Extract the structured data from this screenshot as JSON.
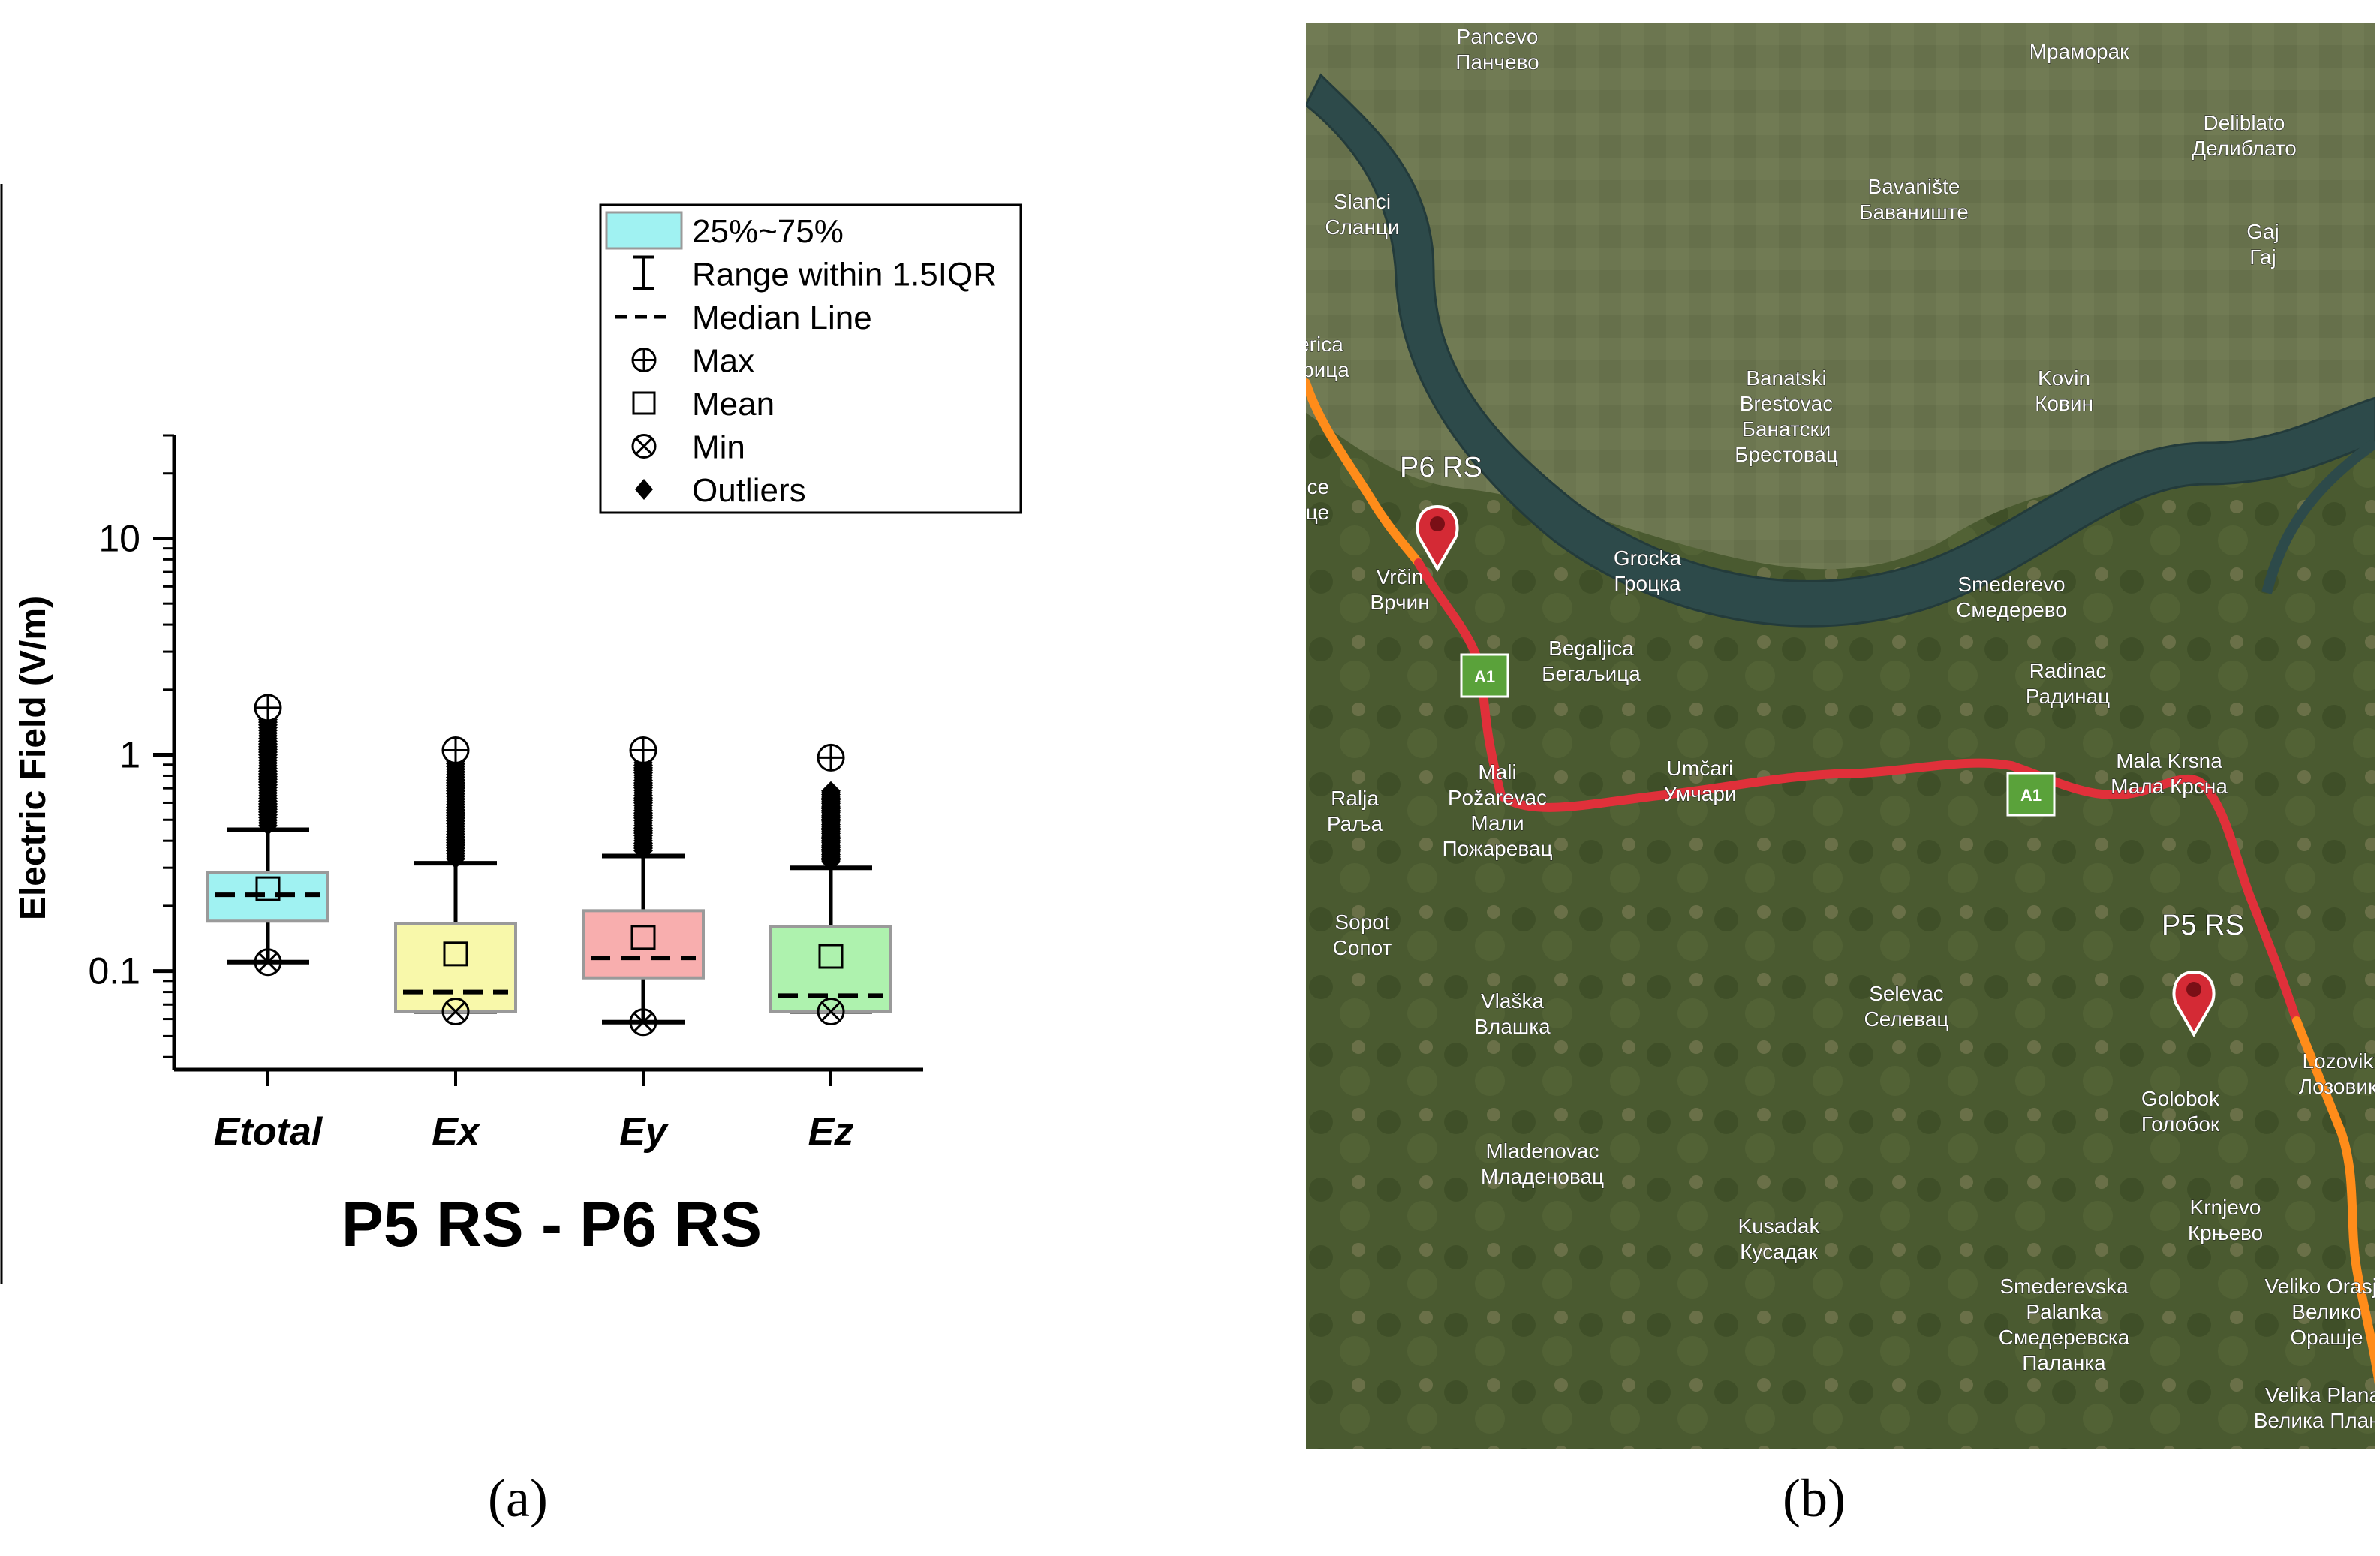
{
  "panel_labels": {
    "a": "(a)",
    "b": "(b)"
  },
  "chart_data": {
    "type": "box",
    "title": "P5 RS - P6 RS",
    "xlabel": "",
    "ylabel": "Electric Field (V/m)",
    "yscale": "log",
    "ylim": [
      0.035,
      30
    ],
    "yticks": [
      {
        "value": 0.1,
        "label": "0.1"
      },
      {
        "value": 1,
        "label": "1"
      },
      {
        "value": 10,
        "label": "10"
      }
    ],
    "categories": [
      "Etotal",
      "Ex",
      "Ey",
      "Ez"
    ],
    "series": [
      {
        "category": "Etotal",
        "q1": 0.17,
        "median": 0.225,
        "q3": 0.285,
        "mean": 0.24,
        "whisker_low": 0.11,
        "whisker_high": 0.45,
        "min": 0.11,
        "max": 1.65,
        "outliers_from": 0.47,
        "outliers_to": 1.5,
        "color": "#A0F2F2"
      },
      {
        "category": "Ex",
        "q1": 0.065,
        "median": 0.08,
        "q3": 0.165,
        "mean": 0.12,
        "whisker_low": 0.065,
        "whisker_high": 0.315,
        "min": 0.065,
        "max": 1.05,
        "outliers_from": 0.33,
        "outliers_to": 1.05,
        "color": "#F8F8AA"
      },
      {
        "category": "Ey",
        "q1": 0.093,
        "median": 0.115,
        "q3": 0.19,
        "mean": 0.143,
        "whisker_low": 0.058,
        "whisker_high": 0.34,
        "min": 0.058,
        "max": 1.05,
        "outliers_from": 0.36,
        "outliers_to": 1.05,
        "color": "#F8AEAE"
      },
      {
        "category": "Ez",
        "q1": 0.065,
        "median": 0.077,
        "q3": 0.16,
        "mean": 0.117,
        "whisker_low": 0.065,
        "whisker_high": 0.3,
        "min": 0.065,
        "max": 0.97,
        "outliers_from": 0.32,
        "outliers_to": 0.68,
        "color": "#AEF2AE"
      }
    ],
    "legend": {
      "placement": "top-right",
      "items": [
        {
          "symbol": "box",
          "label": "25%~75%"
        },
        {
          "symbol": "range",
          "label": "Range within 1.5IQR"
        },
        {
          "symbol": "median",
          "label": "Median Line"
        },
        {
          "symbol": "max",
          "label": "Max"
        },
        {
          "symbol": "mean",
          "label": "Mean"
        },
        {
          "symbol": "min",
          "label": "Min"
        },
        {
          "symbol": "outlier",
          "label": "Outliers"
        }
      ]
    }
  },
  "map": {
    "route_labels": {
      "p6": "P6 RS",
      "p5": "P5 RS"
    },
    "shield": "A1",
    "places": [
      {
        "id": "pancevo",
        "name": "Pancevo",
        "cyr": "Панчево"
      },
      {
        "id": "mramorak",
        "name": "",
        "cyr": "Мраморак"
      },
      {
        "id": "deliblato",
        "name": "Deliblato",
        "cyr": "Делиблато"
      },
      {
        "id": "slanci",
        "name": "Slanci",
        "cyr": "Сланци"
      },
      {
        "id": "bavaniste",
        "name": "Bavanište",
        "cyr": "Баваниште"
      },
      {
        "id": "gaj",
        "name": "Gaj",
        "cyr": "Гај"
      },
      {
        "id": "ljuderica",
        "name": "ıuđerica",
        "cyr": "ıуђерица"
      },
      {
        "id": "banatski",
        "name": "Banatski\nBrestovac",
        "cyr": "Банатски\nБрестовац"
      },
      {
        "id": "kovin",
        "name": "Kovin",
        "cyr": "Ковин"
      },
      {
        "id": "zuce",
        "name": "Zuce",
        "cyr": "Зуце"
      },
      {
        "id": "vrcin",
        "name": "Vrčin",
        "cyr": "Врчин"
      },
      {
        "id": "grocka",
        "name": "Grocka",
        "cyr": "Гроцка"
      },
      {
        "id": "smederevo",
        "name": "Smederevo",
        "cyr": "Смедерево"
      },
      {
        "id": "begaljica",
        "name": "Begaljica",
        "cyr": "Бегаљица"
      },
      {
        "id": "radinac",
        "name": "Radinac",
        "cyr": "Радинац"
      },
      {
        "id": "mali_pozarevac",
        "name": "Mali\nPožarevac",
        "cyr": "Мали\nПожаревац"
      },
      {
        "id": "umcari",
        "name": "Umčari",
        "cyr": "Умчари"
      },
      {
        "id": "mala_krsna",
        "name": "Mala Krsna",
        "cyr": "Мала Крсна"
      },
      {
        "id": "ralja",
        "name": "Ralja",
        "cyr": "Раља"
      },
      {
        "id": "sopot",
        "name": "Sopot",
        "cyr": "Сопот"
      },
      {
        "id": "selevac",
        "name": "Selevac",
        "cyr": "Селевац"
      },
      {
        "id": "vlaska",
        "name": "Vlaška",
        "cyr": "Влашка"
      },
      {
        "id": "lozovik",
        "name": "Lozovik",
        "cyr": "Лозовик"
      },
      {
        "id": "golobok",
        "name": "Golobok",
        "cyr": "Голобок"
      },
      {
        "id": "mladenovac",
        "name": "Mladenovac",
        "cyr": "Младеновац"
      },
      {
        "id": "krnjevo",
        "name": "Krnjevo",
        "cyr": "Крњево"
      },
      {
        "id": "kusadak",
        "name": "Kusadak",
        "cyr": "Кусадак"
      },
      {
        "id": "smed_palanka",
        "name": "Smederevska\nPalanka",
        "cyr": "Смедеревска\nПаланка"
      },
      {
        "id": "veliko_orasje",
        "name": "Veliko Orasje",
        "cyr": "Велико\nОрашје"
      },
      {
        "id": "velika_plana",
        "name": "Velika Plana",
        "cyr": "Велика Плана"
      }
    ]
  }
}
